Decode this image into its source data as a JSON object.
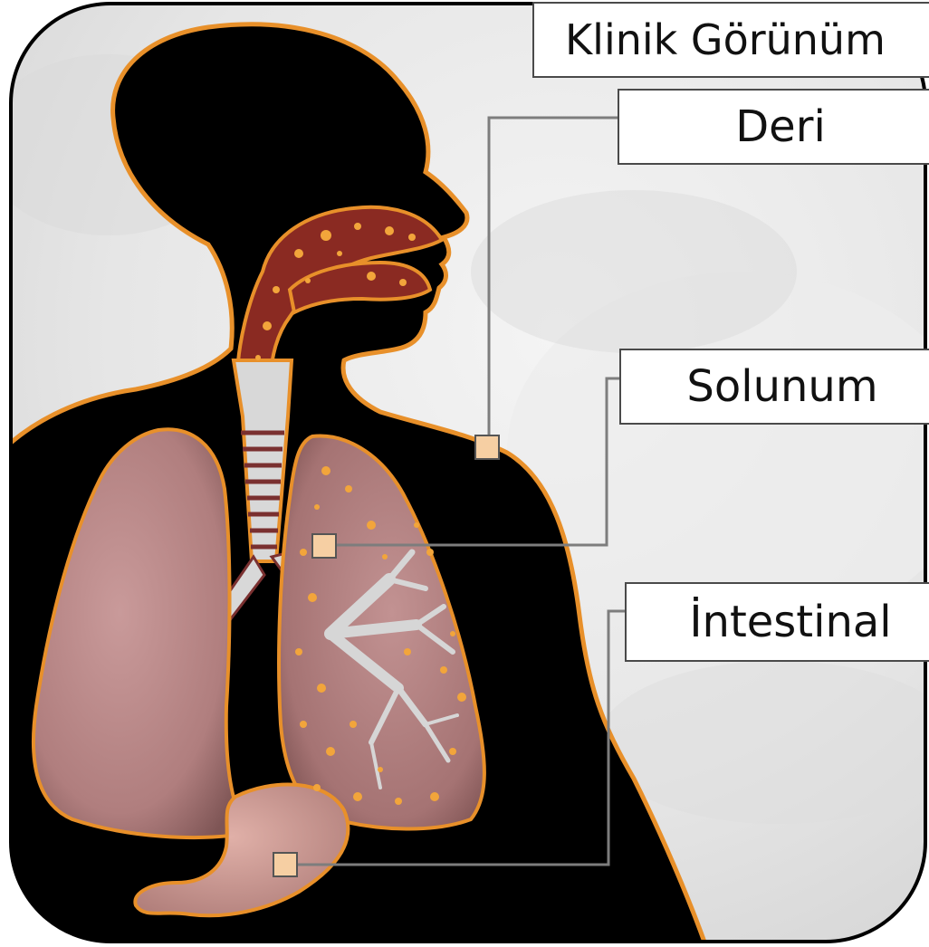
{
  "title": "Klinik Görünüm",
  "labels": {
    "skin": "Deri",
    "respiratory": "Solunum",
    "intestinal": "İntestinal"
  },
  "colors": {
    "silhouette": "#000000",
    "outline": "#e8902a",
    "lung": "#b98a8a",
    "infected_lung": "#a77878",
    "nasal": "#8a2a22",
    "lesion": "#f2a53b",
    "marker": "#f6cfa3",
    "connector": "#7d7d7d"
  }
}
